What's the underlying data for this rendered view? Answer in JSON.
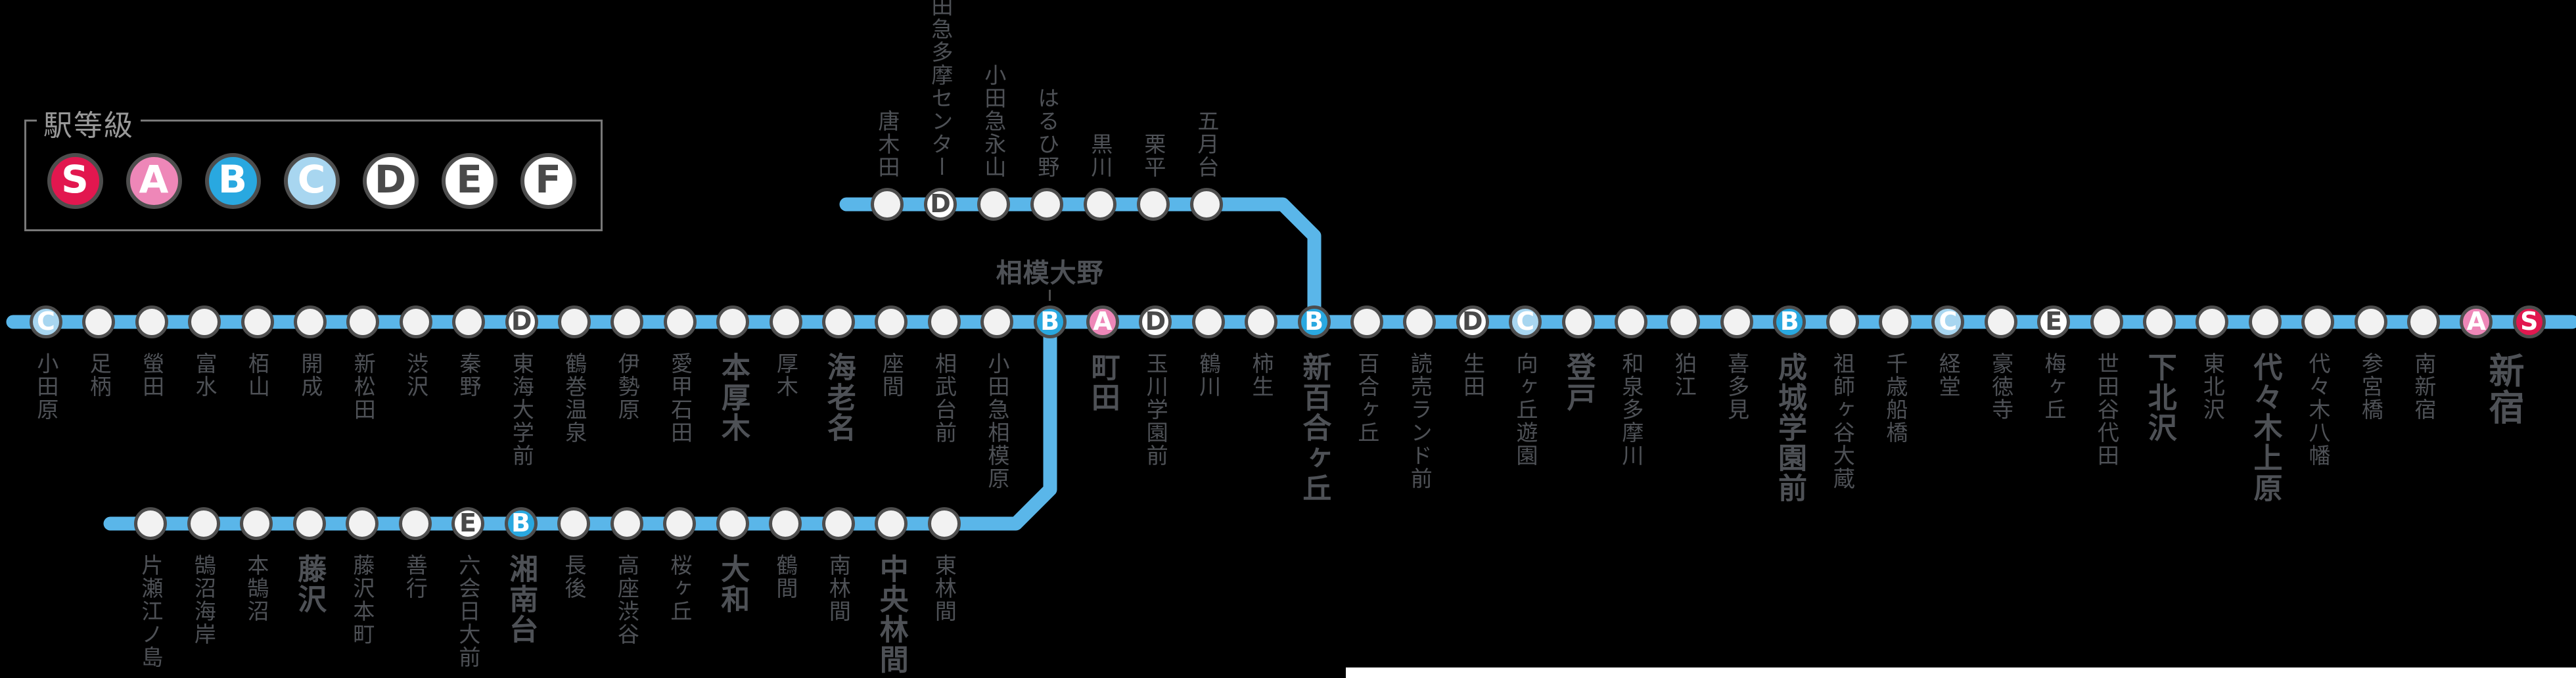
{
  "legend": {
    "title": "駅等級",
    "grades": [
      {
        "letter": "S",
        "fill": "#e2174f",
        "text_color": "#ffffff"
      },
      {
        "letter": "A",
        "fill": "#ee87b8",
        "text_color": "#ffffff"
      },
      {
        "letter": "B",
        "fill": "#29a8e0",
        "text_color": "#ffffff"
      },
      {
        "letter": "C",
        "fill": "#a8d6f0",
        "text_color": "#ffffff"
      },
      {
        "letter": "D",
        "fill": "#ffffff",
        "text_color": "#4a4a4a"
      },
      {
        "letter": "E",
        "fill": "#ffffff",
        "text_color": "#4a4a4a"
      },
      {
        "letter": "F",
        "fill": "#ffffff",
        "text_color": "#4a4a4a"
      }
    ]
  },
  "lines": [
    {
      "id": "odawara-main",
      "stations": [
        {
          "name": "小田原",
          "grade": "C"
        },
        {
          "name": "足柄",
          "grade": ""
        },
        {
          "name": "螢田",
          "grade": ""
        },
        {
          "name": "富水",
          "grade": ""
        },
        {
          "name": "栢山",
          "grade": ""
        },
        {
          "name": "開成",
          "grade": ""
        },
        {
          "name": "新松田",
          "grade": ""
        },
        {
          "name": "渋沢",
          "grade": ""
        },
        {
          "name": "秦野",
          "grade": ""
        },
        {
          "name": "東海大学前",
          "grade": "D"
        },
        {
          "name": "鶴巻温泉",
          "grade": ""
        },
        {
          "name": "伊勢原",
          "grade": ""
        },
        {
          "name": "愛甲石田",
          "grade": ""
        },
        {
          "name": "本厚木",
          "grade": "",
          "major": true
        },
        {
          "name": "厚木",
          "grade": ""
        },
        {
          "name": "海老名",
          "grade": "",
          "major": true
        },
        {
          "name": "座間",
          "grade": ""
        },
        {
          "name": "相武台前",
          "grade": ""
        },
        {
          "name": "小田急相模原",
          "grade": ""
        },
        {
          "name": "相模大野",
          "grade": "B",
          "label_above": true
        },
        {
          "name": "町田",
          "grade": "A",
          "major": true
        },
        {
          "name": "玉川学園前",
          "grade": "D"
        },
        {
          "name": "鶴川",
          "grade": ""
        },
        {
          "name": "柿生",
          "grade": ""
        },
        {
          "name": "新百合ヶ丘",
          "grade": "B",
          "major": true
        },
        {
          "name": "百合ヶ丘",
          "grade": ""
        },
        {
          "name": "読売ランド前",
          "grade": ""
        },
        {
          "name": "生田",
          "grade": "D"
        },
        {
          "name": "向ヶ丘遊園",
          "grade": "C"
        },
        {
          "name": "登戸",
          "grade": "",
          "major": true
        },
        {
          "name": "和泉多摩川",
          "grade": ""
        },
        {
          "name": "狛江",
          "grade": ""
        },
        {
          "name": "喜多見",
          "grade": ""
        },
        {
          "name": "成城学園前",
          "grade": "B",
          "major": true
        },
        {
          "name": "祖師ヶ谷大蔵",
          "grade": ""
        },
        {
          "name": "千歳船橋",
          "grade": ""
        },
        {
          "name": "経堂",
          "grade": "C"
        },
        {
          "name": "豪徳寺",
          "grade": ""
        },
        {
          "name": "梅ヶ丘",
          "grade": "E"
        },
        {
          "name": "世田谷代田",
          "grade": ""
        },
        {
          "name": "下北沢",
          "grade": "",
          "major": true
        },
        {
          "name": "東北沢",
          "grade": ""
        },
        {
          "name": "代々木上原",
          "grade": "",
          "major": true
        },
        {
          "name": "代々木八幡",
          "grade": ""
        },
        {
          "name": "参宮橋",
          "grade": ""
        },
        {
          "name": "南新宿",
          "grade": ""
        },
        {
          "name": "",
          "grade": "A"
        },
        {
          "name": "新宿",
          "grade": "S",
          "major": true,
          "xl": true,
          "label_dx": -40
        }
      ]
    },
    {
      "id": "tama",
      "stations": [
        {
          "name": "唐木田",
          "grade": ""
        },
        {
          "name": "小田急多摩センター",
          "grade": "D"
        },
        {
          "name": "小田急永山",
          "grade": ""
        },
        {
          "name": "はるひ野",
          "grade": ""
        },
        {
          "name": "黒川",
          "grade": ""
        },
        {
          "name": "栗平",
          "grade": ""
        },
        {
          "name": "五月台",
          "grade": ""
        }
      ]
    },
    {
      "id": "enoshima",
      "stations": [
        {
          "name": "片瀬江ノ島",
          "grade": ""
        },
        {
          "name": "鵠沼海岸",
          "grade": ""
        },
        {
          "name": "本鵠沼",
          "grade": ""
        },
        {
          "name": "藤沢",
          "grade": "",
          "major": true
        },
        {
          "name": "藤沢本町",
          "grade": ""
        },
        {
          "name": "善行",
          "grade": ""
        },
        {
          "name": "六会日大前",
          "grade": "E"
        },
        {
          "name": "湘南台",
          "grade": "B",
          "major": true
        },
        {
          "name": "長後",
          "grade": ""
        },
        {
          "name": "高座渋谷",
          "grade": ""
        },
        {
          "name": "桜ヶ丘",
          "grade": ""
        },
        {
          "name": "大和",
          "grade": "",
          "major": true
        },
        {
          "name": "鶴間",
          "grade": ""
        },
        {
          "name": "南林間",
          "grade": ""
        },
        {
          "name": "中央林間",
          "grade": "",
          "major": true
        },
        {
          "name": "東林間",
          "grade": ""
        }
      ]
    }
  ],
  "colors": {
    "background": "#000000",
    "line_blue": "#5ab6e9",
    "circle_fill": "#f2f2f2",
    "circle_border": "#4d4d4d",
    "label_gray": "#4e5156",
    "legend_border": "#787878",
    "title_gray": "#999999",
    "white_strip": "#ffffff"
  }
}
